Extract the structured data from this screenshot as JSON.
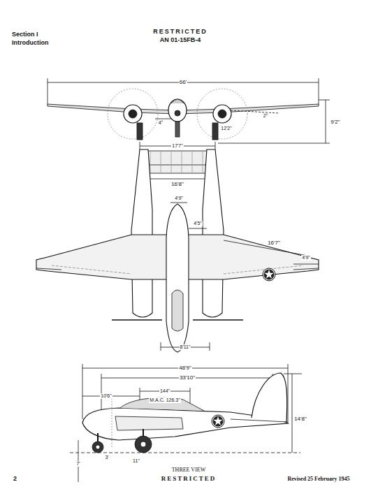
{
  "diagram": {
    "caption": "THREE VIEW",
    "labels": [
      "Section I",
      "Introduction",
      "RESTRICTED",
      "AN 01-15FB-4",
      "66'",
      "4°",
      "2°",
      "12'2\"",
      "9'2\"",
      "17'7\"",
      "16'8\"",
      "4'9\"",
      "4'5\"",
      "16'7\"",
      "4'9\"",
      "8'11\"",
      "48'9\"",
      "33'10\"",
      "10'6\"",
      "144\"",
      "M.A.C. 126.3\"",
      "14'8\"",
      "3'",
      "7'",
      "11\"",
      "2",
      "Revised 25 February 1945",
      "RESTRICTED"
    ]
  }
}
